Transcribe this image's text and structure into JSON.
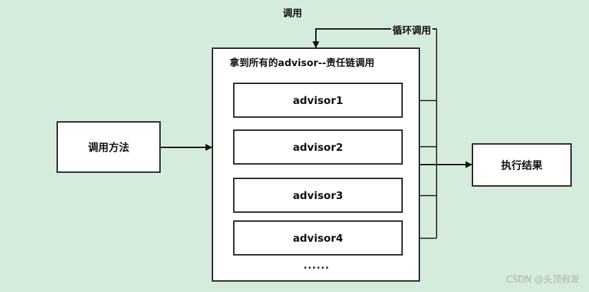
{
  "top_label": "调用",
  "loop_label": "循环调用",
  "container_title": "拿到所有的advisor--责任链调用",
  "left_box": "调用方法",
  "right_box": "执行结果",
  "advisors": [
    "advisor1",
    "advisor2",
    "advisor3",
    "advisor4"
  ],
  "ellipsis": "......",
  "watermark": "CSDN @头顶假发"
}
